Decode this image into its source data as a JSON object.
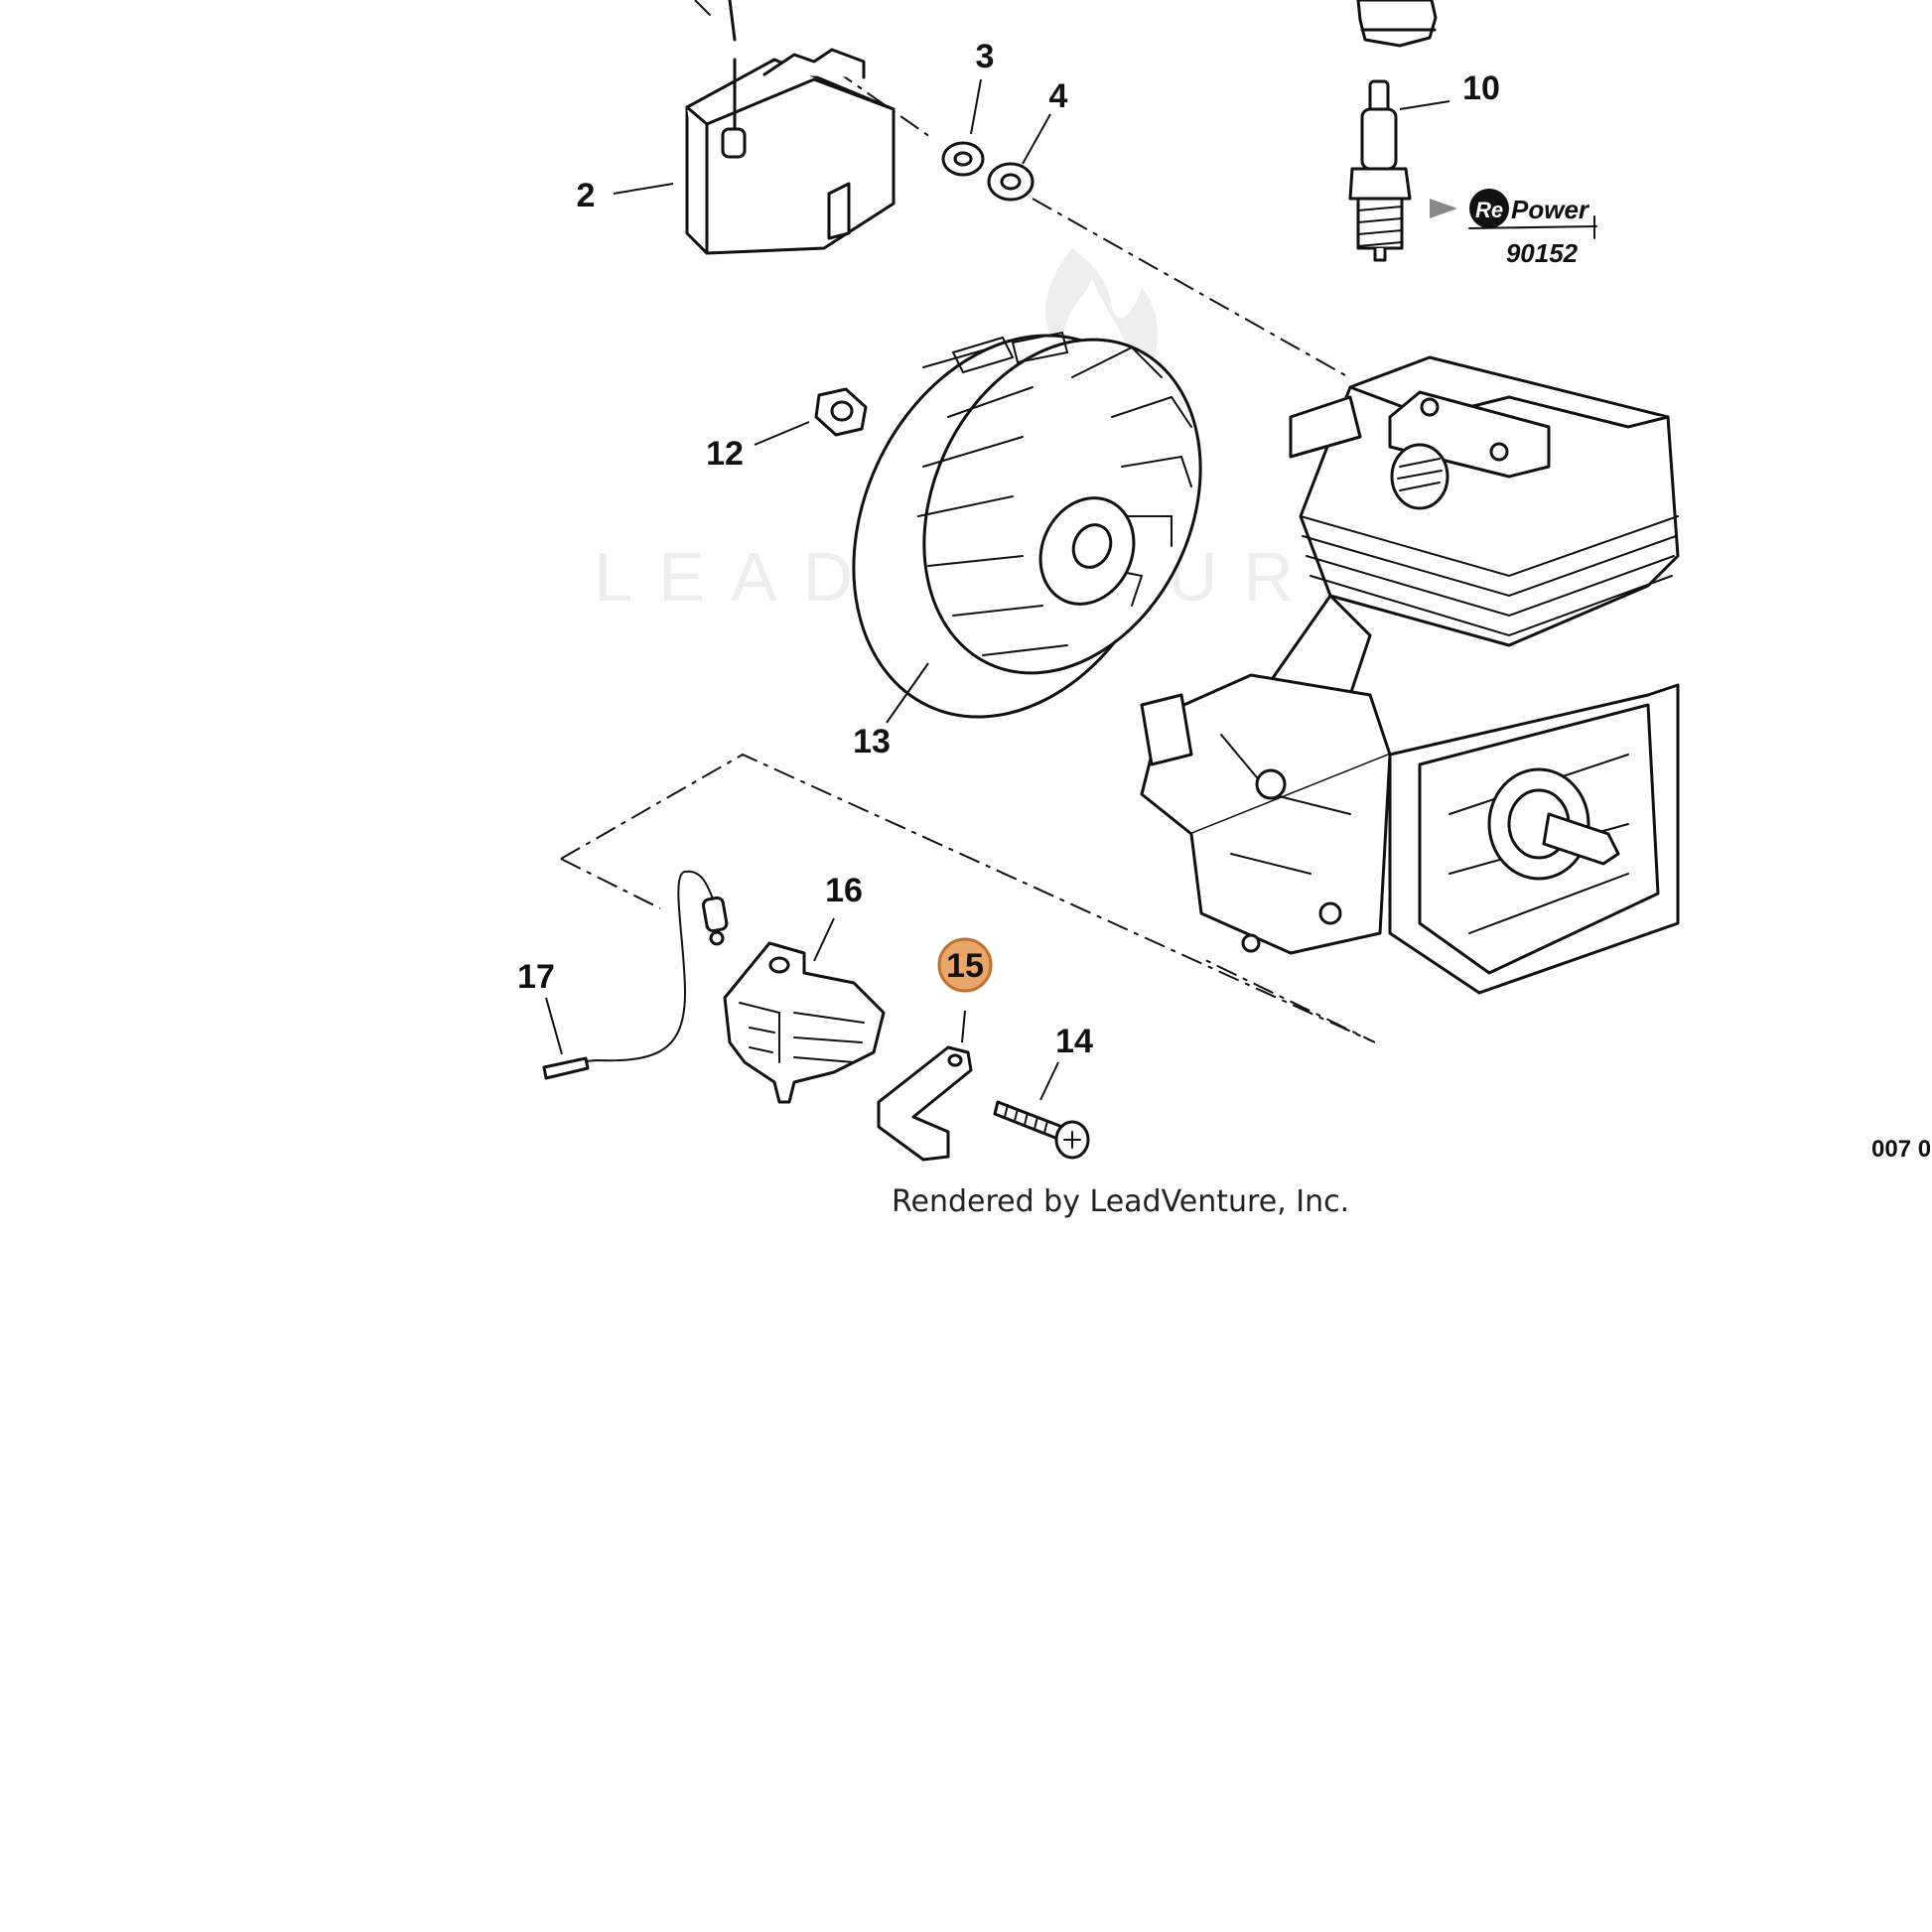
{
  "callouts": [
    {
      "id": "2",
      "text": "2"
    },
    {
      "id": "3",
      "text": "3"
    },
    {
      "id": "4",
      "text": "4"
    },
    {
      "id": "10",
      "text": "10"
    },
    {
      "id": "12",
      "text": "12"
    },
    {
      "id": "13",
      "text": "13"
    },
    {
      "id": "14",
      "text": "14"
    },
    {
      "id": "15",
      "text": "15",
      "highlighted": true
    },
    {
      "id": "16",
      "text": "16"
    },
    {
      "id": "17",
      "text": "17"
    }
  ],
  "brand": {
    "name_prefix": "Re",
    "name_suffix": "Power",
    "part_number": "90152"
  },
  "diagram_code": "007 0",
  "watermark": "LEADVENTURE",
  "footer": "Rendered by LeadVenture, Inc.",
  "colors": {
    "highlight_fill": "#e9a66a",
    "highlight_stroke": "#c0702e",
    "line": "#111111"
  }
}
